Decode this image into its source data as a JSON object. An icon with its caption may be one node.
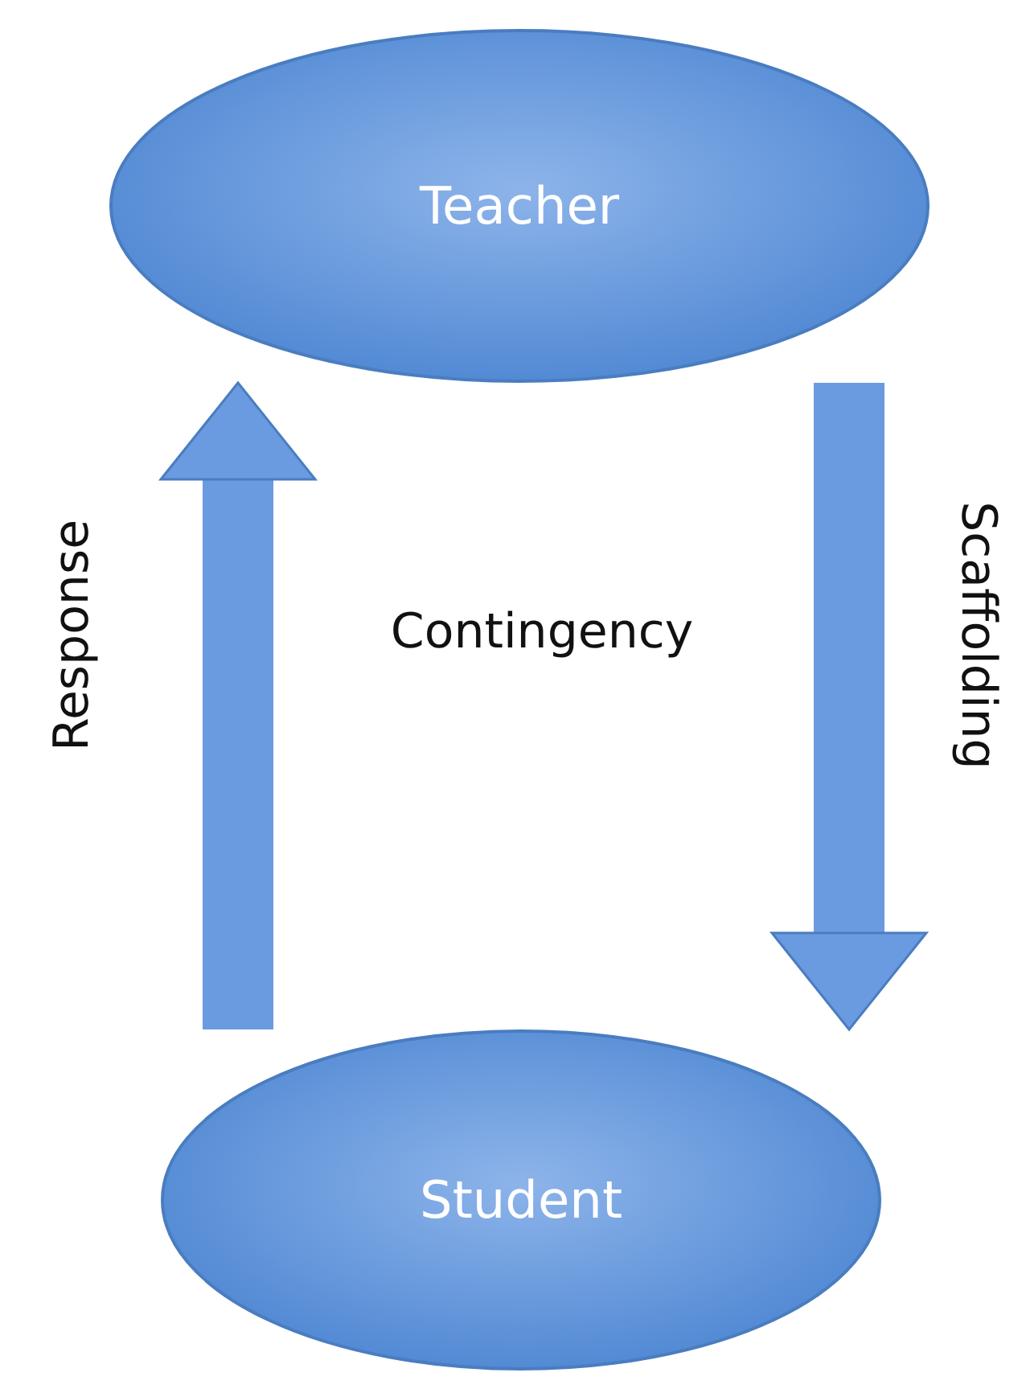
{
  "diagram": {
    "nodes": [
      {
        "text": [
          "Teacher"
        ]
      },
      {
        "text": [
          "Student"
        ]
      }
    ],
    "edges": [
      {
        "from": 1,
        "to": 0,
        "arrow": "to",
        "label": "Response"
      },
      {
        "from": 0,
        "to": 1,
        "arrow": "to",
        "label": "Scaffolding"
      }
    ],
    "labels": [
      "Contingency"
    ]
  }
}
